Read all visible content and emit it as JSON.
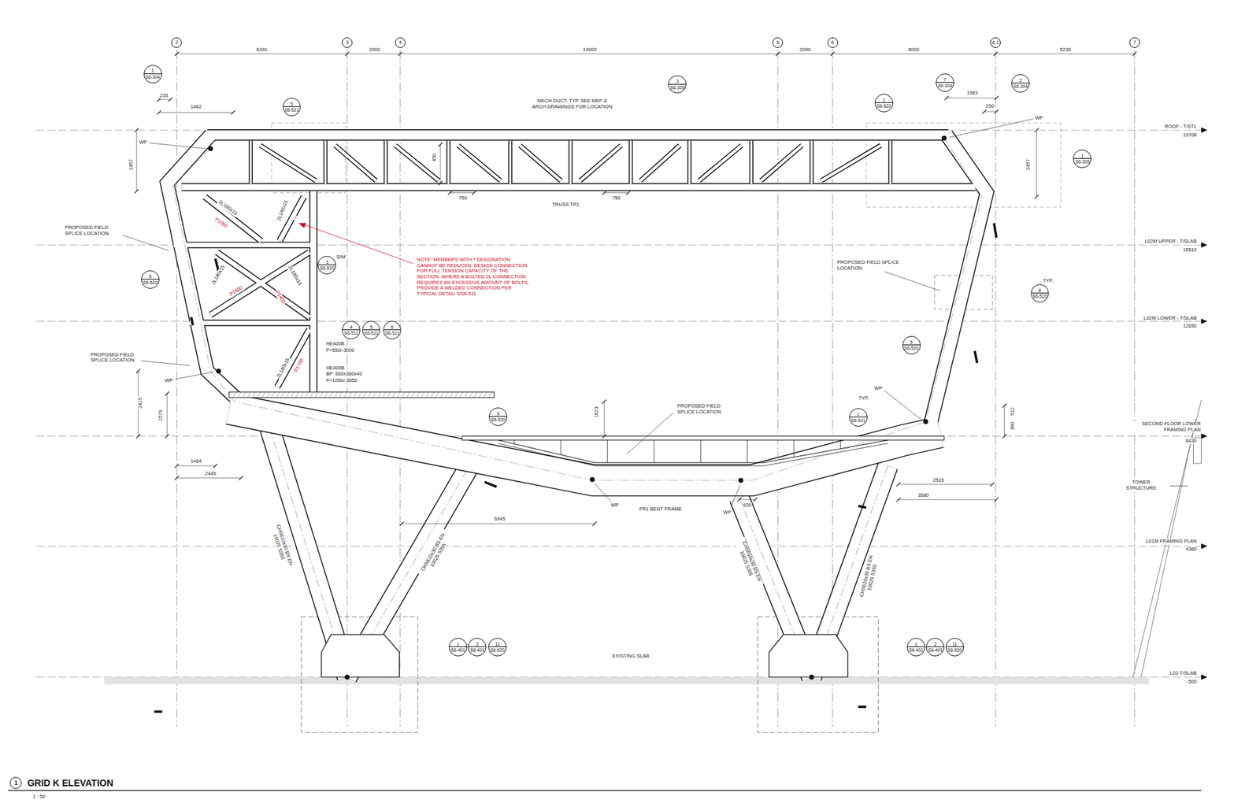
{
  "diagram": {
    "title": "GRID K ELEVATION",
    "nodes": [
      {
        "text": [
          "2"
        ]
      },
      {
        "text": [
          "3"
        ]
      },
      {
        "text": [
          "4"
        ]
      },
      {
        "text": [
          "5"
        ]
      },
      {
        "text": [
          "6"
        ]
      },
      {
        "text": [
          "6.1"
        ]
      },
      {
        "text": [
          "7"
        ]
      },
      {
        "text": [
          "1",
          "S6-304"
        ]
      },
      {
        "text": [
          "3",
          "S6-305"
        ]
      },
      {
        "text": [
          "7",
          "S6-304"
        ]
      },
      {
        "text": [
          "2",
          "S6-304"
        ]
      },
      {
        "text": [
          "1",
          "S6-522"
        ]
      },
      {
        "text": [
          "5",
          "S6-521"
        ]
      },
      {
        "text": [
          "1",
          "S6-305"
        ]
      },
      {
        "text": [
          "3",
          "S6-510"
        ]
      },
      {
        "text": [
          "5",
          "S6-520"
        ]
      },
      {
        "text": [
          "8",
          "S6-520"
        ]
      },
      {
        "text": [
          "4",
          "S6-511"
        ]
      },
      {
        "text": [
          "5",
          "S6-511"
        ]
      },
      {
        "text": [
          "6",
          "S6-511"
        ]
      },
      {
        "text": [
          "5",
          "S6-520"
        ]
      },
      {
        "text": [
          "5",
          "S6-520"
        ]
      },
      {
        "text": [
          "1",
          "S6-521"
        ]
      },
      {
        "text": [
          "1",
          "S6-401"
        ]
      },
      {
        "text": [
          "2",
          "S6-401"
        ]
      },
      {
        "text": [
          "11",
          "S6-520"
        ]
      },
      {
        "text": [
          "1",
          "S6-401"
        ]
      },
      {
        "text": [
          "2",
          "S6-401"
        ]
      },
      {
        "text": [
          "11",
          "S6-520"
        ]
      },
      {
        "text": [
          "1"
        ]
      }
    ],
    "labels": [
      "6341",
      "2000",
      "14000",
      "2000",
      "6000",
      "5233",
      "233",
      "1462",
      "1983",
      "290",
      "MECH DUCT, TYP. SEE MEP & ARCH DRAWINGS FOR LOCATION",
      "WP",
      "WP",
      "ROOF - T/STL",
      "19708",
      "2457",
      "2457",
      "450",
      "750",
      "750",
      "TRUSS TR1",
      "2L180x15",
      "P1000",
      "2L180x15",
      "PROPOSED FIELD SPLICE LOCATION.",
      "L02M UPPER - T/SLAB",
      "15510",
      "SIM",
      "NOTE: MEMBERS WITH * DESIGNATION CANNOT BE REDUCED. DESIGN CONNECTION FOR FULL TENSION CAPACITY OF THE SECTION. WHERE A BOLTED 2L CONNECTION REQUIRES AN EXCESSIVE AMOUNT OF BOLTS, PROVIDE A WELDED CONNECTION PER TYPICAL DETAIL 3/S6-511",
      "PROPOSED FIELD SPLICE LOCATION",
      "TYP.",
      "2L180x15",
      "P1400",
      "2L180x15",
      "P1400",
      "L02M LOWER - T/SLAB",
      "12650",
      "HE400B",
      "P+550/-3000",
      "PROPOSED FIELD SPLICE LOCATION",
      "2L180x15",
      "P1700",
      "HE400B",
      "BP: 660x360x40",
      "P+1050/-3550",
      "WP",
      "WP",
      "TYP.",
      "2415",
      "1579",
      "PROPOSED FIELD SPLICE LOCATION",
      "1623",
      "512",
      "360",
      "SECOND FLOOR LOWER FRAMING PLAN",
      "8430",
      "1484",
      "2445",
      "2515",
      "TOWER STRUCTURE",
      "3580",
      "WP",
      "FR1 BENT FRAME",
      "620",
      "WP",
      "6945",
      "L01M FRAMING PLAN",
      "4360",
      "CHS610x30 BS EN 10025 S355",
      "CHS610x30 BS EN 10025 S355",
      "CHS610x30 BS EN 10025 S355",
      "CHS610x30 BS EN 10025 S355",
      "EXISTING SLAB",
      "L02-T/SLAB",
      "-500",
      "1 : 50",
      "*"
    ]
  }
}
